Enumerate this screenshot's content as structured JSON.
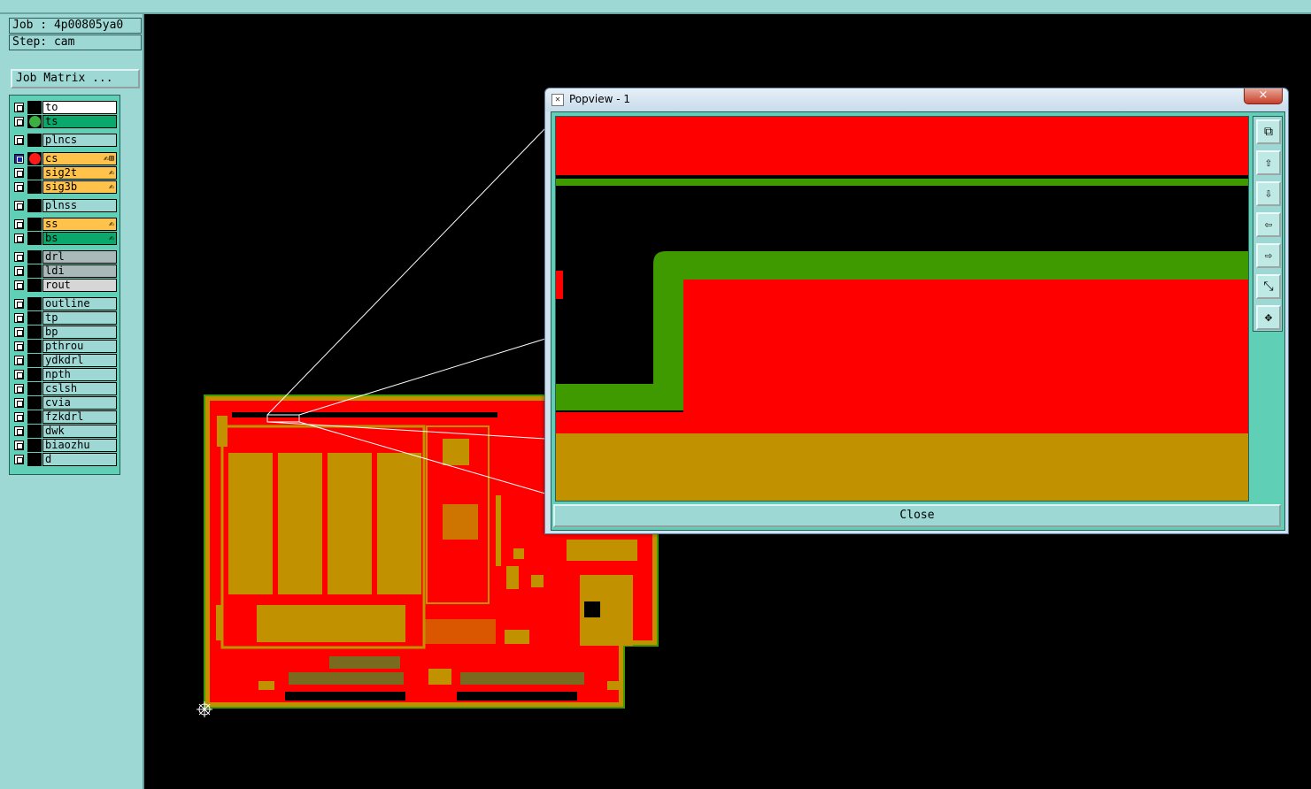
{
  "job": {
    "label": "Job : 4p00805ya0",
    "step": "Step: cam",
    "matrix_button": "Job Matrix ..."
  },
  "layers": [
    {
      "name": "to",
      "bg": "#ffffff",
      "indicator": ""
    },
    {
      "name": "ts",
      "bg": "#0aa86a",
      "indicator": "#3cb043"
    },
    {
      "name": "plncs",
      "bg": "#9ed8d4",
      "indicator": ""
    },
    {
      "name": "cs",
      "bg": "#ffc24a",
      "indicator": "#ff1a1a",
      "edit": "✍⊞",
      "selected": true
    },
    {
      "name": "sig2t",
      "bg": "#ffc24a",
      "indicator": "",
      "edit": "✍"
    },
    {
      "name": "sig3b",
      "bg": "#ffc24a",
      "indicator": "",
      "edit": "✍"
    },
    {
      "name": "plnss",
      "bg": "#9ed8d4",
      "indicator": ""
    },
    {
      "name": "ss",
      "bg": "#ffc24a",
      "indicator": "",
      "edit": "✍"
    },
    {
      "name": "bs",
      "bg": "#0aa86a",
      "indicator": "",
      "edit": "✍"
    },
    {
      "name": "drl",
      "bg": "#a9b8b8",
      "indicator": ""
    },
    {
      "name": "ldi",
      "bg": "#a9b8b8",
      "indicator": ""
    },
    {
      "name": "rout",
      "bg": "#d6d6d6",
      "indicator": ""
    },
    {
      "name": "outline",
      "bg": "#9ed8d4",
      "indicator": ""
    },
    {
      "name": "tp",
      "bg": "#9ed8d4",
      "indicator": ""
    },
    {
      "name": "bp",
      "bg": "#9ed8d4",
      "indicator": ""
    },
    {
      "name": "pthrou",
      "bg": "#9ed8d4",
      "indicator": ""
    },
    {
      "name": "ydkdrl",
      "bg": "#9ed8d4",
      "indicator": ""
    },
    {
      "name": "npth",
      "bg": "#9ed8d4",
      "indicator": ""
    },
    {
      "name": "cslsh",
      "bg": "#9ed8d4",
      "indicator": ""
    },
    {
      "name": "cvia",
      "bg": "#9ed8d4",
      "indicator": ""
    },
    {
      "name": "fzkdrl",
      "bg": "#9ed8d4",
      "indicator": ""
    },
    {
      "name": "dwk",
      "bg": "#9ed8d4",
      "indicator": ""
    },
    {
      "name": "biaozhu",
      "bg": "#9ed8d4",
      "indicator": ""
    },
    {
      "name": "d",
      "bg": "#9ed8d4",
      "indicator": ""
    }
  ],
  "popview": {
    "title": "Popview - 1",
    "close_x": "×",
    "close_button": "Close",
    "tools": [
      {
        "name": "zoom-home-icon",
        "glyph": "⧉"
      },
      {
        "name": "pan-up-icon",
        "glyph": "⇧"
      },
      {
        "name": "pan-down-icon",
        "glyph": "⇩"
      },
      {
        "name": "pan-left-icon",
        "glyph": "⇦"
      },
      {
        "name": "pan-right-icon",
        "glyph": "⇨"
      },
      {
        "name": "zoom-in-icon",
        "glyph": "⤡"
      },
      {
        "name": "zoom-out-icon",
        "glyph": "✥"
      }
    ]
  },
  "colors": {
    "copper": "#ff0000",
    "trace": "#3f9a00",
    "pad": "#c29100",
    "panel": "#9ed8d4",
    "layerbg": "#5fd0b6"
  }
}
